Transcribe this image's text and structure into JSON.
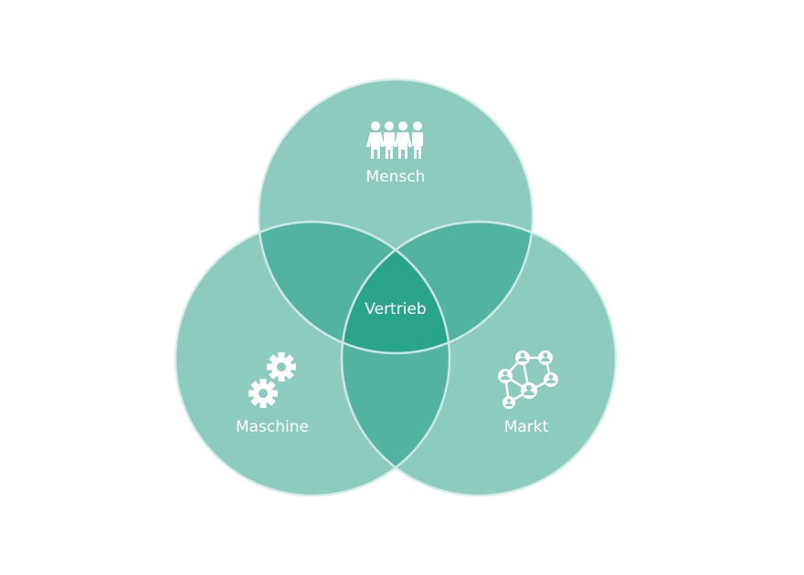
{
  "diagram": {
    "center_label": "Vertrieb",
    "circles": [
      {
        "id": "top",
        "label": "Mensch",
        "icon": "people-icon"
      },
      {
        "id": "left",
        "label": "Maschine",
        "icon": "gears-icon"
      },
      {
        "id": "right",
        "label": "Markt",
        "icon": "network-icon"
      }
    ]
  },
  "colors": {
    "circle_fill": "#8ccbbd",
    "overlap_two": "#52b3a0",
    "overlap_center": "#2aa58a",
    "outline": "#d8eee9",
    "text": "#ffffff"
  }
}
